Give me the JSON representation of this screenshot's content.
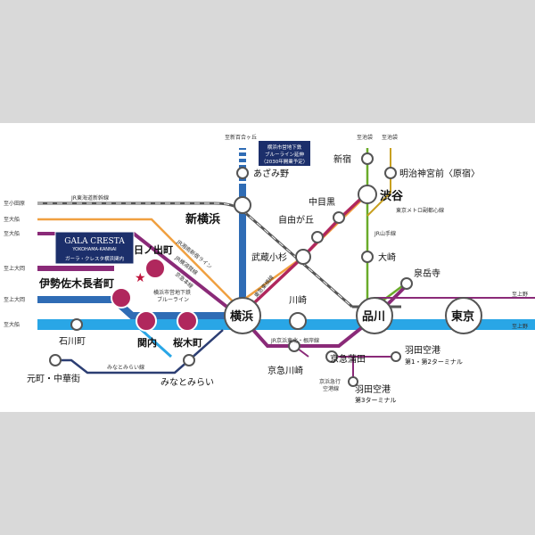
{
  "colors": {
    "blue": "#2f6cb5",
    "lightblue": "#29a6e6",
    "purple": "#8a2a78",
    "orange": "#f0a040",
    "green": "#6aab2a",
    "darkgray": "#555555",
    "magenta": "#b0275d",
    "navy": "#1c2f6b",
    "star": "#c0143c"
  },
  "brand": {
    "name": "GALA CRESTA",
    "sub": "YOKOHAMA-KANNAI",
    "jp": "ガーラ・クレスタ横浜関内"
  },
  "notice": {
    "line1": "横浜市営地下鉄",
    "line2": "ブルーライン延伸",
    "line3": "（2030年開業予定）"
  },
  "edges": {
    "shinyurigaoka": "至新百合ヶ丘",
    "ikebukuro1": "至池袋",
    "ikebukuro2": "至池袋",
    "odawara": "至小田原",
    "ofuna1": "至大船",
    "ofuna2": "至大船",
    "kamiooka1": "至上大岡",
    "kamiooka2": "至上大岡",
    "ofuna3": "至大船",
    "ueno1": "至上野",
    "ueno2": "至上野"
  },
  "lines": {
    "shinkansen": "JR東海道新幹線",
    "shonan": "JR湘南新宿ライン",
    "yokosuka": "JR横須賀線",
    "negishi": "JR京浜東北・根岸線",
    "tokyu": "東急東横線",
    "yamanote": "JR山手線",
    "fukutoshin": "東京メトロ副都心線",
    "keikyu_main": "京急本線",
    "keikyu_airport1": "京浜急行",
    "keikyu_airport2": "空港線",
    "minatomirai": "みなとみらい線",
    "blueline1": "横浜市営地下鉄",
    "blueline2": "ブルーライン"
  },
  "stations": {
    "azamino": "あざみ野",
    "shinyokohama": "新横浜",
    "yokohama": "横浜",
    "kawasaki": "川崎",
    "shinagawa": "品川",
    "tokyo": "東京",
    "hinodecho": "日ノ出町",
    "isezakichojamachi": "伊勢佐木長者町",
    "kannai": "関内",
    "sakuragicho": "桜木町",
    "ishikawacho": "石川町",
    "motomachi": "元町・中華街",
    "minatomirai": "みなとみらい",
    "musashikosugi": "武蔵小杉",
    "jiyugaoka": "自由が丘",
    "nakameguro": "中目黒",
    "shibuya": "渋谷",
    "shinjuku": "新宿",
    "meiji": "明治神宮前〈原宿〉",
    "osaki": "大崎",
    "sengakuji": "泉岳寺",
    "keikyukawasaki": "京急川崎",
    "keikyukamata": "京急蒲田",
    "haneda12a": "羽田空港",
    "haneda12b": "第1・第2ターミナル",
    "haneda3a": "羽田空港",
    "haneda3b": "第3ターミナル"
  }
}
